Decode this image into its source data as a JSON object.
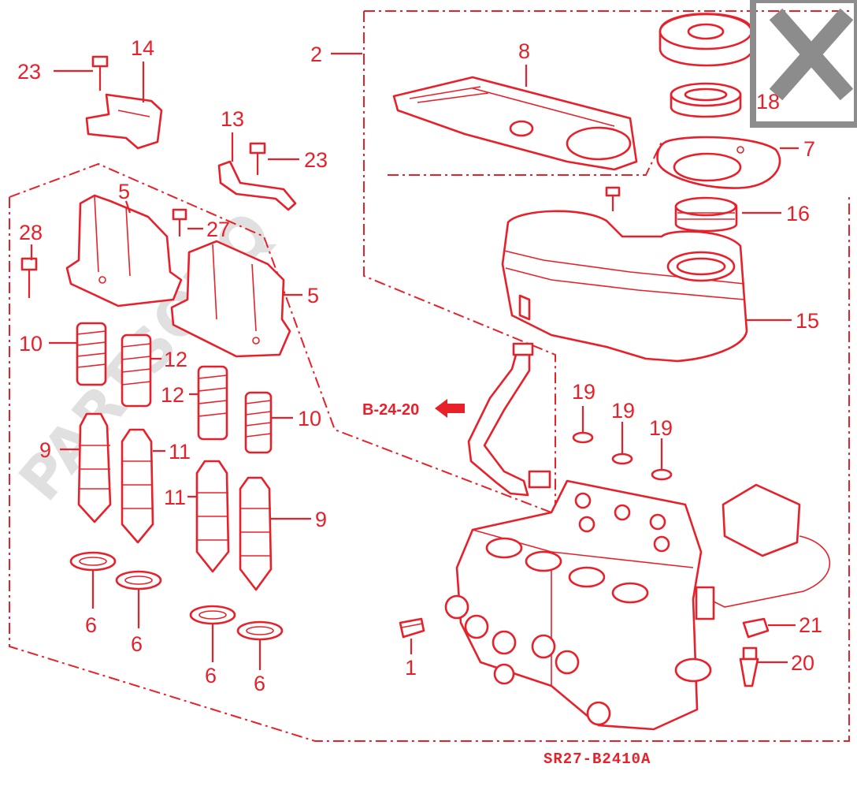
{
  "diagram": {
    "code": "SR27-B2410A",
    "ref_label": "B-24-20",
    "watermark": "PARTSOUQ",
    "colors": {
      "line": "#e8202a",
      "watermark": "#d9d9d9",
      "close": "#8c8c8c"
    },
    "callouts": {
      "c1": "1",
      "c2": "2",
      "c5a": "5",
      "c5b": "5",
      "c6a": "6",
      "c6b": "6",
      "c6c": "6",
      "c6d": "6",
      "c7": "7",
      "c8": "8",
      "c9a": "9",
      "c9b": "9",
      "c10a": "10",
      "c10b": "10",
      "c11a": "11",
      "c11b": "11",
      "c12a": "12",
      "c12b": "12",
      "c13": "13",
      "c14": "14",
      "c15": "15",
      "c16": "16",
      "c18": "18",
      "c19a": "19",
      "c19b": "19",
      "c19c": "19",
      "c20": "20",
      "c21": "21",
      "c23a": "23",
      "c23b": "23",
      "c27": "27",
      "c28": "28"
    }
  },
  "overlay": {
    "close_icon": "close-x-icon"
  }
}
